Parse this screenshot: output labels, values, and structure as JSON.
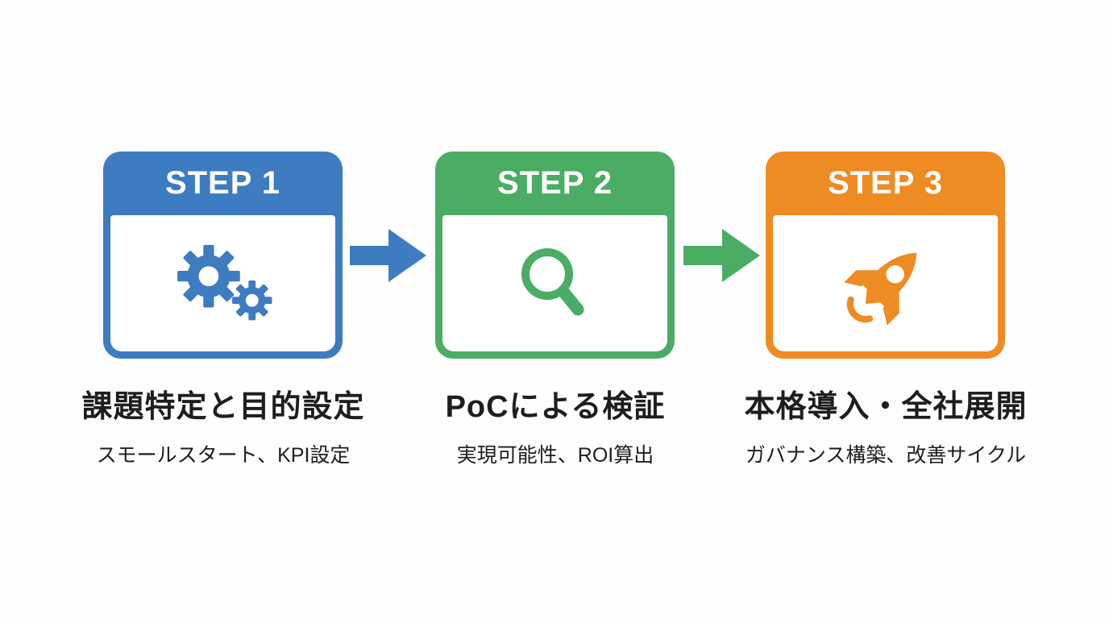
{
  "diagram": {
    "background_color": "#fefefe",
    "text_color": "#1e1e1e",
    "steps": [
      {
        "label": "STEP 1",
        "color": "#3d7cc1",
        "icon": "gears-icon",
        "title": "課題特定と目的設定",
        "subtitle": "スモールスタート、KPI設定"
      },
      {
        "label": "STEP 2",
        "color": "#4bad63",
        "icon": "search-icon",
        "title": "PoCによる検証",
        "subtitle": "実現可能性、ROI算出"
      },
      {
        "label": "STEP 3",
        "color": "#ef8b23",
        "icon": "rocket-icon",
        "title": "本格導入・全社展開",
        "subtitle": "ガバナンス構築、改善サイクル"
      }
    ],
    "arrows": [
      {
        "after_step": 1,
        "color": "#3d7cc1",
        "icon": "arrow-right-icon"
      },
      {
        "after_step": 2,
        "color": "#4bad63",
        "icon": "arrow-right-icon"
      }
    ]
  }
}
